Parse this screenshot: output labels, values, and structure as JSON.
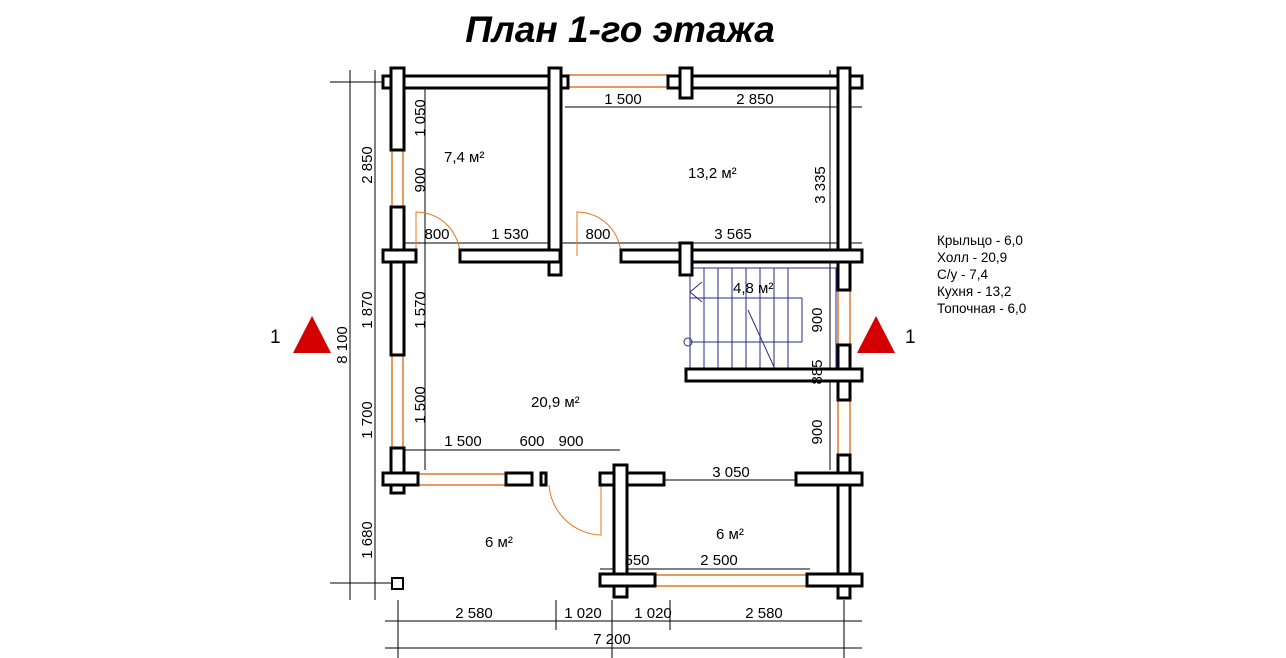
{
  "title": "План 1-го этажа",
  "rooms": [
    {
      "area": "7,4 м²"
    },
    {
      "area": "13,2 м²"
    },
    {
      "area": "4,8 м²"
    },
    {
      "area": "20,9 м²"
    },
    {
      "area": "6 м²"
    },
    {
      "area": "6 м²"
    }
  ],
  "dimensions": [
    "1 500",
    "2 850",
    "1 050",
    "900",
    "2 850",
    "3 335",
    "800",
    "1 530",
    "800",
    "3 565",
    "1 570",
    "1 870",
    "8 100",
    "1 500",
    "1 700",
    "1 680",
    "1 500",
    "600",
    "900",
    "3 050",
    "900",
    "885",
    "900",
    "550",
    "2 500",
    "2 580",
    "1 020",
    "1 020",
    "2 580",
    "7 200"
  ],
  "section_marker": {
    "left": "1",
    "right": "1",
    "color": "#d40000"
  },
  "legend": [
    "Крыльцо - 6,0",
    "Холл - 20,9",
    "С/у - 7,4",
    "Кухня - 13,2",
    "Топочная - 6,0"
  ],
  "colors": {
    "wall": "#000000",
    "window": "#e07a20",
    "stairs": "#2a2a8a"
  }
}
